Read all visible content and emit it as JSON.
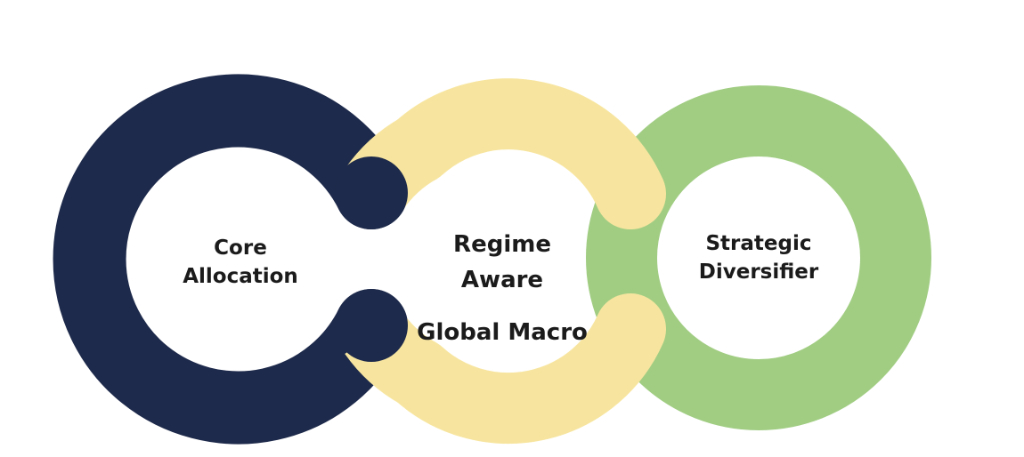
{
  "rings": [
    {
      "id": "core",
      "color": "#1e2a4b",
      "lines": [
        "Core",
        "Allocation"
      ]
    },
    {
      "id": "regime",
      "color": "#f7e59f",
      "lines": [
        "Regime",
        "Aware"
      ],
      "sublabel": "Global Macro"
    },
    {
      "id": "strategic",
      "color": "#a1cd83",
      "lines": [
        "Strategic",
        "Diversifier"
      ]
    }
  ]
}
